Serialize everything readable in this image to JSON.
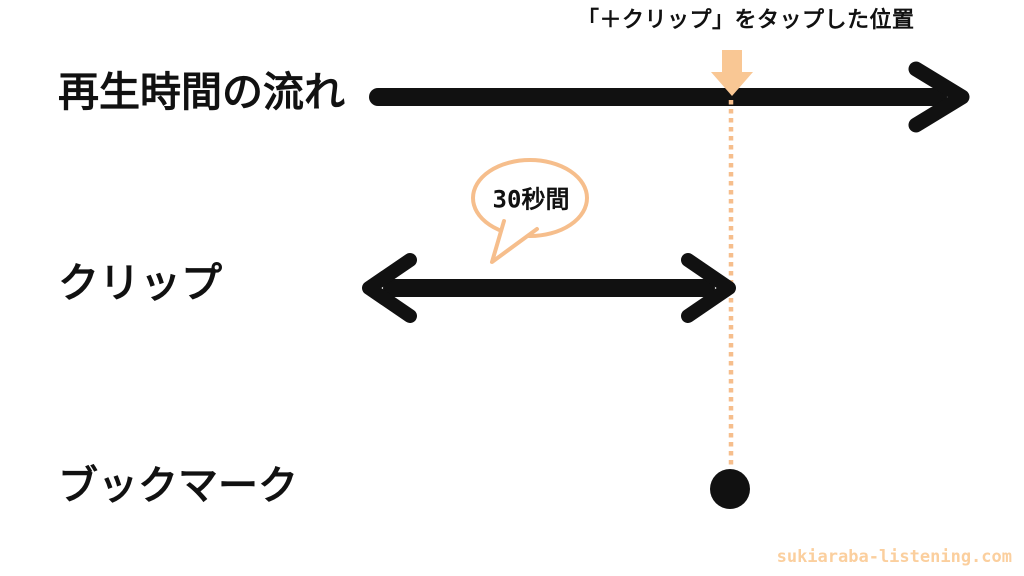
{
  "page": {
    "background": "#ffffff"
  },
  "colors": {
    "ink": "#111111",
    "accent_peach": "#F9C794",
    "accent_peach_line": "#F6BE8C",
    "watermark_peach": "#FBCF9E",
    "bubble_fill": "#ffffff"
  },
  "annotation": {
    "tap_position_label": "「＋クリップ」をタップした位置"
  },
  "rows": {
    "timeline": {
      "label": "再生時間の流れ"
    },
    "clip": {
      "label": "クリップ",
      "duration_bubble_text": "30秒間"
    },
    "bookmark": {
      "label": "ブックマーク"
    }
  },
  "watermark": {
    "text": "sukiaraba-listening.com"
  }
}
